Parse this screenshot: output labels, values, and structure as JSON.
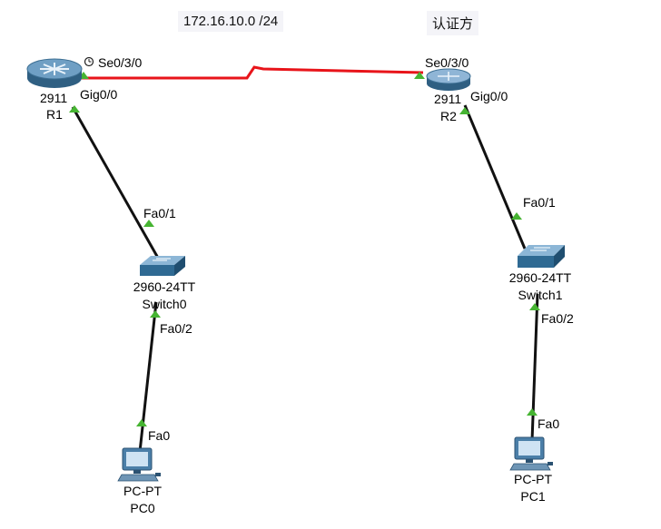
{
  "notes": {
    "subnet": "172.16.10.0 /24",
    "auth": "认证方"
  },
  "devices": {
    "r1": {
      "model": "2911",
      "name": "R1"
    },
    "r2": {
      "model": "2911",
      "name": "R2"
    },
    "switch0": {
      "model": "2960-24TT",
      "name": "Switch0"
    },
    "switch1": {
      "model": "2960-24TT",
      "name": "Switch1"
    },
    "pc0": {
      "model": "PC-PT",
      "name": "PC0"
    },
    "pc1": {
      "model": "PC-PT",
      "name": "PC1"
    }
  },
  "ports": {
    "r1_serial": "Se0/3/0",
    "r1_gig": "Gig0/0",
    "r2_serial": "Se0/3/0",
    "r2_gig": "Gig0/0",
    "sw0_uplink": "Fa0/1",
    "sw0_down": "Fa0/2",
    "sw1_uplink": "Fa0/1",
    "sw1_down": "Fa0/2",
    "pc0_nic": "Fa0",
    "pc1_nic": "Fa0"
  },
  "colors": {
    "serial_link": "#e8141a",
    "ethernet_link": "#111111",
    "link_up": "#46b432"
  }
}
